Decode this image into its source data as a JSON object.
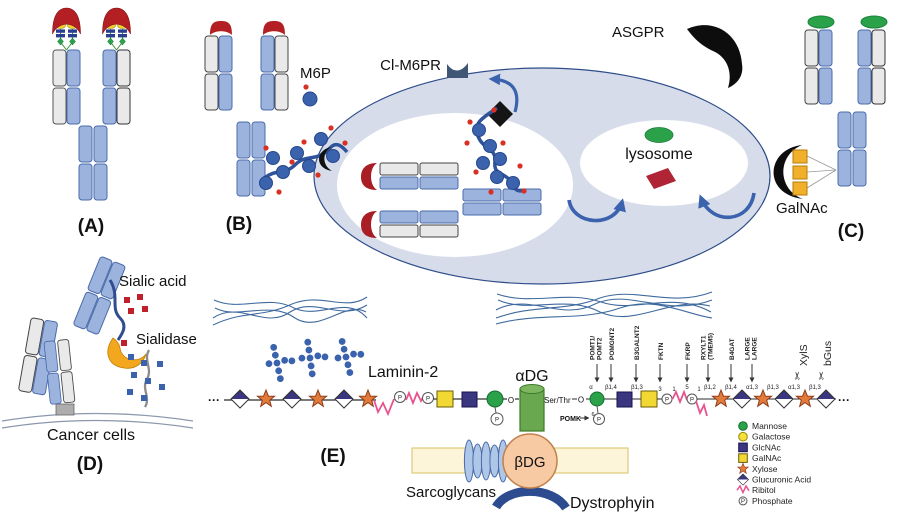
{
  "colors": {
    "antibody_blue": "#9cb3dd",
    "antibody_gray": "#e9e9e9",
    "accent_navy": "#3a62ad",
    "cell_fill": "#d7dcea",
    "red_antigen": "#b41f24",
    "mannose_green": "#2ba14a",
    "galnac_yellow": "#f2d832",
    "xylose_orange": "#e07b39",
    "glcnac_navy": "#3b3680",
    "ribitol_pink": "#e8538f",
    "membrane_cream": "#fcf5d9",
    "bdg_peach": "#f8caa4",
    "adg_green": "#69a84f",
    "sialidase_orange": "#f2a71f"
  },
  "panel_a": {
    "label": "(A)"
  },
  "panel_b": {
    "label": "(B)",
    "m6p": "M6P"
  },
  "cell": {
    "receptor_left": "Cl-M6PR",
    "receptor_right": "ASGPR",
    "lysosome": "lysosome",
    "galnac": "GalNAc"
  },
  "panel_c": {
    "label": "(C)"
  },
  "panel_d": {
    "label": "(D)",
    "sialic_acid": "Sialic acid",
    "sialidase": "Sialidase",
    "cancer_cells": "Cancer cells"
  },
  "panel_e": {
    "label": "(E)",
    "laminin": "Laminin-2",
    "alpha_dg": "αDG",
    "beta_dg": "βDG",
    "sarcoglycans": "Sarcoglycans",
    "dystrophin": "Dystrophyin",
    "ser_thr": "Ser/Thr",
    "oxygen": "O",
    "pomk": "POMK",
    "six": "6",
    "phosphate_letter": "P",
    "ellipsis": "···",
    "linkages": {
      "alpha": "α",
      "b14": "β1,4",
      "b13": "β1,3",
      "n3": "3",
      "n1": "1",
      "n5": "5",
      "b12": "β1,2",
      "a13": "α1,3"
    },
    "enzymes": [
      {
        "l1": "POMT1/",
        "l2": "POMT2"
      },
      {
        "l1": "POMGNT2"
      },
      {
        "l1": "B3GALNT2"
      },
      {
        "l1": "FKTN"
      },
      {
        "l1": "FKRP"
      },
      {
        "l1": "RXYLT1",
        "l2": "(TMEM5)"
      },
      {
        "l1": "B4GAT"
      },
      {
        "l1": "LARGE",
        "l2": "LARGE"
      }
    ],
    "cleavers": [
      {
        "name": "XylS",
        "icon": "✂"
      },
      {
        "name": "bGus",
        "icon": "✂"
      }
    ],
    "legend": [
      {
        "label": "Mannose"
      },
      {
        "label": "Galactose"
      },
      {
        "label": "GlcNAc"
      },
      {
        "label": "GalNAc"
      },
      {
        "label": "Xylose"
      },
      {
        "label": "Glucuronic Acid"
      },
      {
        "label": "Ribitol"
      },
      {
        "label": "Phosphate"
      }
    ]
  }
}
